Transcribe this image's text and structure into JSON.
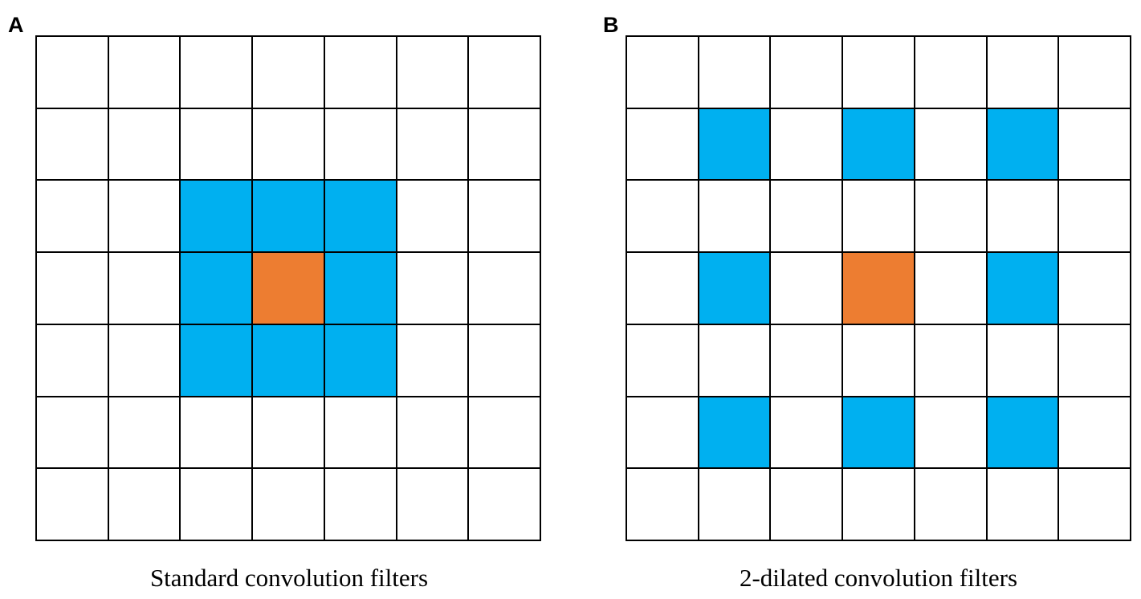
{
  "colors": {
    "kernel": "#00b0f0",
    "center": "#ed7d31",
    "empty": "#ffffff",
    "grid_line": "#000000"
  },
  "panels": [
    {
      "letter": "A",
      "caption": "Standard convolution filters",
      "grid_size": 7,
      "cells": [
        [
          "empty",
          "empty",
          "empty",
          "empty",
          "empty",
          "empty",
          "empty"
        ],
        [
          "empty",
          "empty",
          "empty",
          "empty",
          "empty",
          "empty",
          "empty"
        ],
        [
          "empty",
          "empty",
          "kernel",
          "kernel",
          "kernel",
          "empty",
          "empty"
        ],
        [
          "empty",
          "empty",
          "kernel",
          "center",
          "kernel",
          "empty",
          "empty"
        ],
        [
          "empty",
          "empty",
          "kernel",
          "kernel",
          "kernel",
          "empty",
          "empty"
        ],
        [
          "empty",
          "empty",
          "empty",
          "empty",
          "empty",
          "empty",
          "empty"
        ],
        [
          "empty",
          "empty",
          "empty",
          "empty",
          "empty",
          "empty",
          "empty"
        ]
      ]
    },
    {
      "letter": "B",
      "caption": "2-dilated convolution filters",
      "grid_size": 7,
      "cells": [
        [
          "empty",
          "empty",
          "empty",
          "empty",
          "empty",
          "empty",
          "empty"
        ],
        [
          "empty",
          "kernel",
          "empty",
          "kernel",
          "empty",
          "kernel",
          "empty"
        ],
        [
          "empty",
          "empty",
          "empty",
          "empty",
          "empty",
          "empty",
          "empty"
        ],
        [
          "empty",
          "kernel",
          "empty",
          "center",
          "empty",
          "kernel",
          "empty"
        ],
        [
          "empty",
          "empty",
          "empty",
          "empty",
          "empty",
          "empty",
          "empty"
        ],
        [
          "empty",
          "kernel",
          "empty",
          "kernel",
          "empty",
          "kernel",
          "empty"
        ],
        [
          "empty",
          "empty",
          "empty",
          "empty",
          "empty",
          "empty",
          "empty"
        ]
      ]
    }
  ]
}
